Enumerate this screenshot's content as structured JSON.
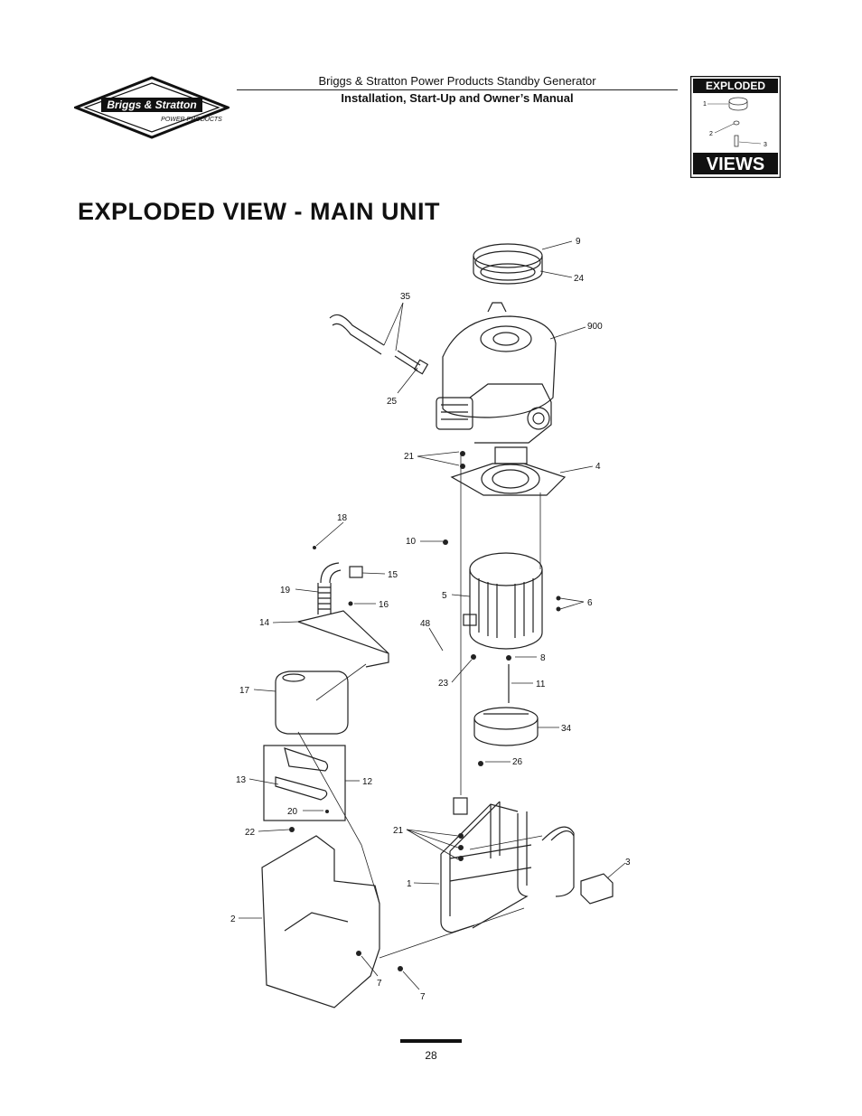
{
  "header": {
    "brand_name": "Briggs & Stratton",
    "brand_sub": "POWER PRODUCTS",
    "line1": "Briggs & Stratton Power Products Standby Generator",
    "line2": "Installation, Start-Up and Owner’s Manual"
  },
  "badge": {
    "top_word": "EXPLODED",
    "bottom_word": "VIEWS",
    "callouts": [
      "1",
      "2",
      "3"
    ]
  },
  "page_title": "EXPLODED VIEW - MAIN UNIT",
  "diagram": {
    "callouts": [
      "9",
      "24",
      "35",
      "900",
      "25",
      "21",
      "4",
      "18",
      "10",
      "15",
      "19",
      "16",
      "5",
      "6",
      "14",
      "48",
      "8",
      "23",
      "11",
      "17",
      "34",
      "26",
      "13",
      "12",
      "20",
      "21",
      "22",
      "3",
      "1",
      "2",
      "7",
      "7"
    ]
  },
  "footer": {
    "page_number": "28"
  }
}
